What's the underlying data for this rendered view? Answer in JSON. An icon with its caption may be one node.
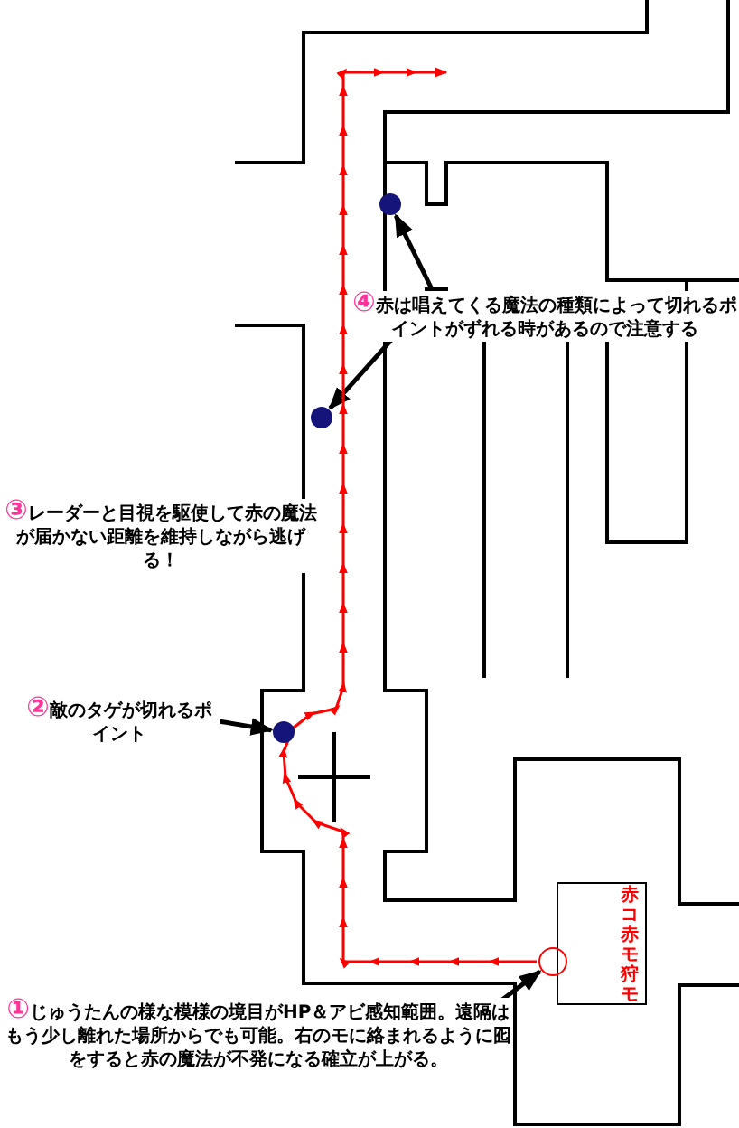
{
  "diagram": {
    "nodes": [
      {
        "text": [],
        "shape": "circle"
      },
      {
        "text": [
          "④",
          "赤は唱えてくる魔法の種類によって切れるポイントがずれる時があるので注意する"
        ]
      },
      {
        "text": [],
        "shape": "circle"
      },
      {
        "text": [
          "③",
          "レーダーと目視を駆使して赤の魔法が届かない距離を維持しながら逃げる！"
        ]
      },
      {
        "text": [
          "②",
          "敵のタゲが切れるポイント"
        ]
      },
      {
        "text": [],
        "shape": "circle"
      },
      {
        "text": [
          "赤コ赤モ狩モ"
        ]
      },
      {
        "text": [],
        "shape": "circle"
      },
      {
        "text": [
          "①",
          "じゅうたんの様な模様の境目がHP＆アビ感知範囲。遠隔はもう少し離れた場所からでも可能。右のモに絡まれるように囮をすると赤の魔法が不発になる確立が上がる。"
        ]
      }
    ],
    "edges": [
      {
        "from": 1,
        "to": 0,
        "arrow": "to"
      },
      {
        "from": 1,
        "to": 2,
        "arrow": "to"
      },
      {
        "from": 4,
        "to": 5,
        "arrow": "to"
      },
      {
        "from": 8,
        "to": 7,
        "arrow": "to"
      },
      {
        "from": 7,
        "to": null,
        "arrow": "to",
        "color": "#ff0000"
      }
    ]
  }
}
